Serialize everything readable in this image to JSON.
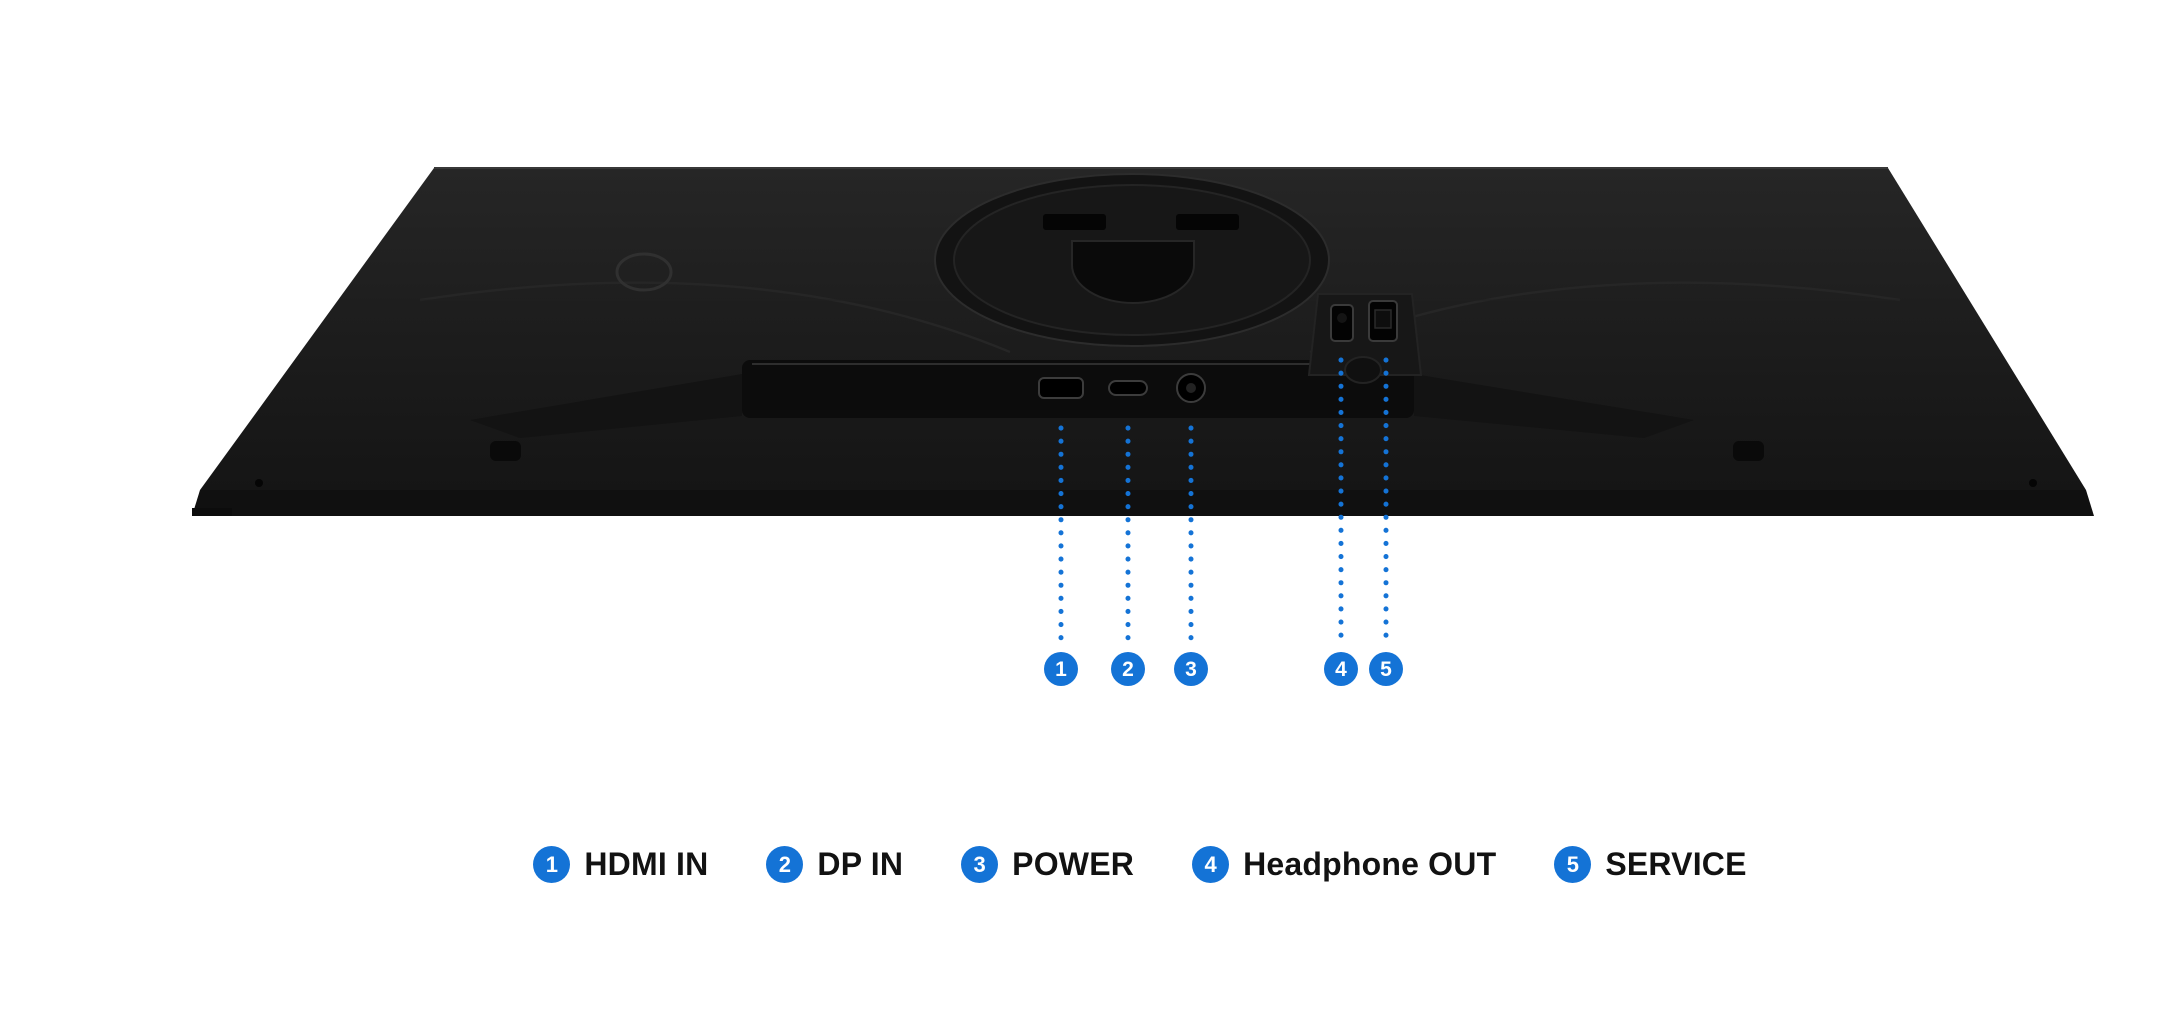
{
  "accent_color": "#1473d6",
  "callouts": [
    {
      "number": "1",
      "label": "HDMI IN"
    },
    {
      "number": "2",
      "label": "DP IN"
    },
    {
      "number": "3",
      "label": "POWER"
    },
    {
      "number": "4",
      "label": "Headphone OUT"
    },
    {
      "number": "5",
      "label": "SERVICE"
    }
  ]
}
